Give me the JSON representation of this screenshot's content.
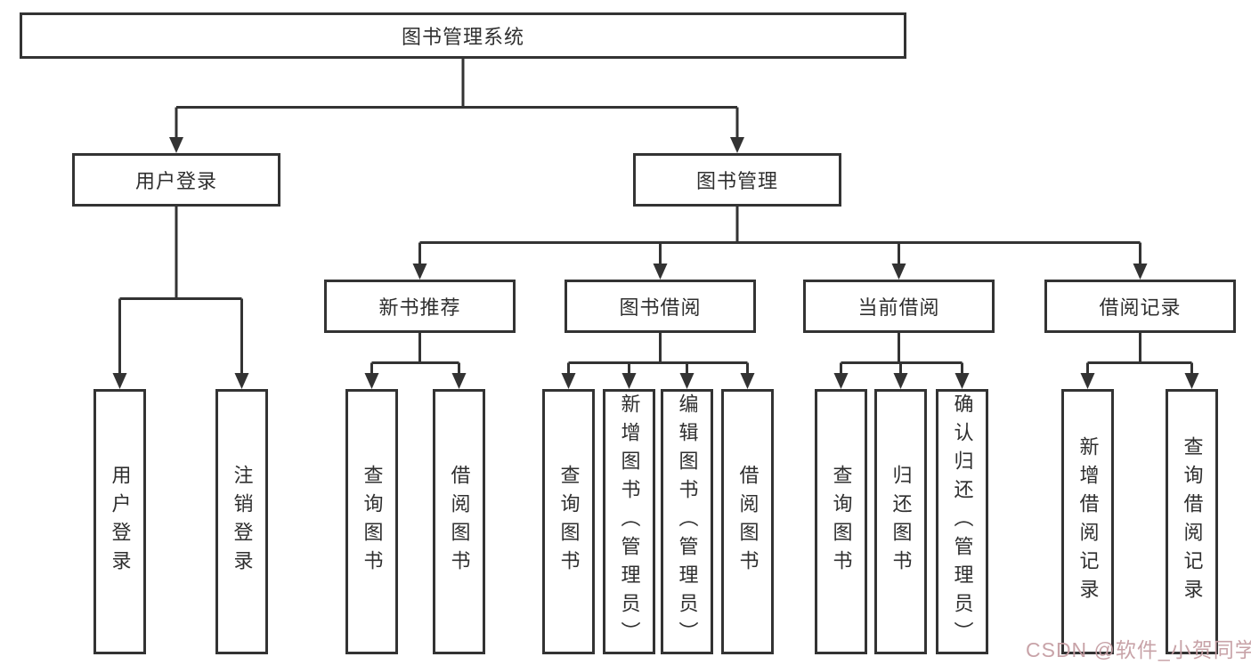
{
  "diagram": {
    "root": {
      "label": "图书管理系统"
    },
    "level2": [
      {
        "label": "用户登录"
      },
      {
        "label": "图书管理"
      }
    ],
    "level3": [
      {
        "label": "新书推荐"
      },
      {
        "label": "图书借阅"
      },
      {
        "label": "当前借阅"
      },
      {
        "label": "借阅记录"
      }
    ],
    "leaves": {
      "user_login": [
        "用户登录",
        "注销登录"
      ],
      "new_book": [
        "查询图书",
        "借阅图书"
      ],
      "book_borrow": [
        "查询图书",
        "新增图书（管理员）",
        "编辑图书（管理员）",
        "借阅图书"
      ],
      "current_borrow": [
        "查询图书",
        "归还图书",
        "确认归还（管理员）"
      ],
      "borrow_record": [
        "新增借阅记录",
        "查询借阅记录"
      ]
    }
  },
  "watermark": "CSDN @软件_小贺同学",
  "colors": {
    "line": "#333333",
    "box_border": "#333333",
    "background": "#ffffff",
    "watermark": "#c59ea3"
  }
}
